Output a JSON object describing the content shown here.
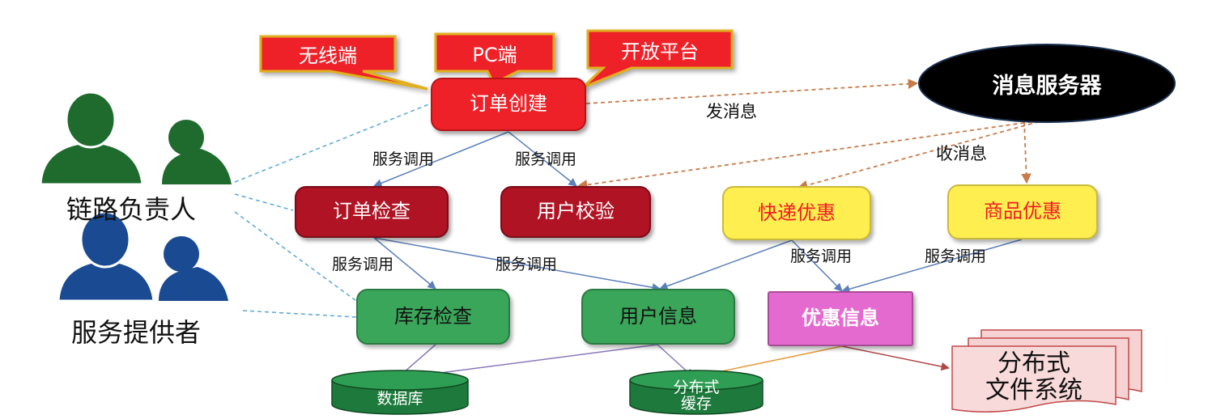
{
  "actors": [
    {
      "label": "链路负责人",
      "color": "#1e6b2d"
    },
    {
      "label": "服务提供者",
      "color": "#1a4a92"
    }
  ],
  "channels": [
    "无线端",
    "PC端",
    "开放平台"
  ],
  "nodes": {
    "order_create": "订单创建",
    "message_server": "消息服务器",
    "order_check": "订单检查",
    "user_verify": "用户校验",
    "express_discount": "快递优惠",
    "product_discount": "商品优惠",
    "inventory_check": "库存检查",
    "user_info": "用户信息",
    "discount_info": "优惠信息",
    "database": "数据库",
    "distributed_cache": "分布式\n缓存",
    "distributed_fs": "分布式\n文件系统"
  },
  "edge_labels": {
    "send_message": "发消息",
    "receive_message": "收消息",
    "service_call": "服务调用"
  },
  "colors": {
    "red": "#ee2128",
    "dark_red": "#b01324",
    "yellow": "#ffee50",
    "green": "#3aa65a",
    "pink": "#e46ad0",
    "message_server": "#000000",
    "doc": "#f7d2d2"
  }
}
